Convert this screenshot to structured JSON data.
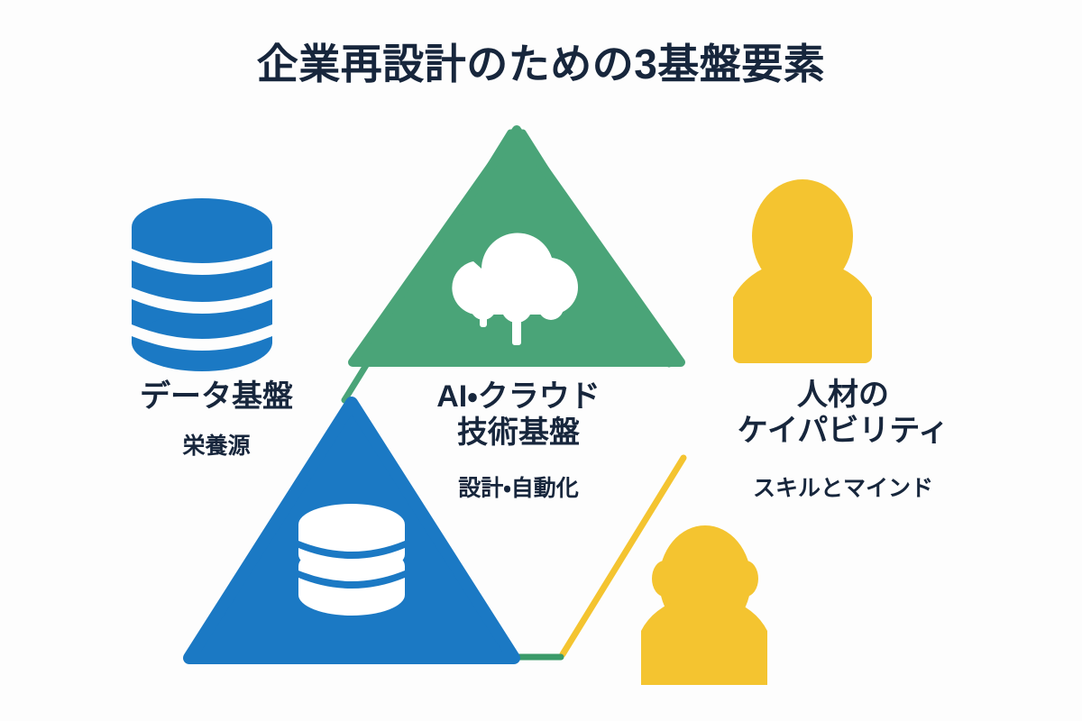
{
  "page": {
    "title": "企業再設計のための3基盤要素",
    "background_color": "#fdfdfd",
    "text_color": "#17263c"
  },
  "colors": {
    "blue": "#1b79c4",
    "green": "#4aa478",
    "yellow": "#f4c430",
    "navy": "#17263c",
    "white": "#ffffff"
  },
  "pillars": [
    {
      "id": "data",
      "label": "データ基盤",
      "sublabel": "栄養源",
      "icon": "database-icon",
      "color": "#1b79c4"
    },
    {
      "id": "tech",
      "label_line1": "AI・クラウド",
      "label_line2": "技術基盤",
      "sublabel": "設計・自動化",
      "icon": "cloud-network-icon",
      "color": "#4aa478"
    },
    {
      "id": "people",
      "label_line1": "人材の",
      "label_line2": "ケイパビリティ",
      "sublabel": "スキルとマインド",
      "icon": "person-icon",
      "color": "#f4c430"
    }
  ]
}
